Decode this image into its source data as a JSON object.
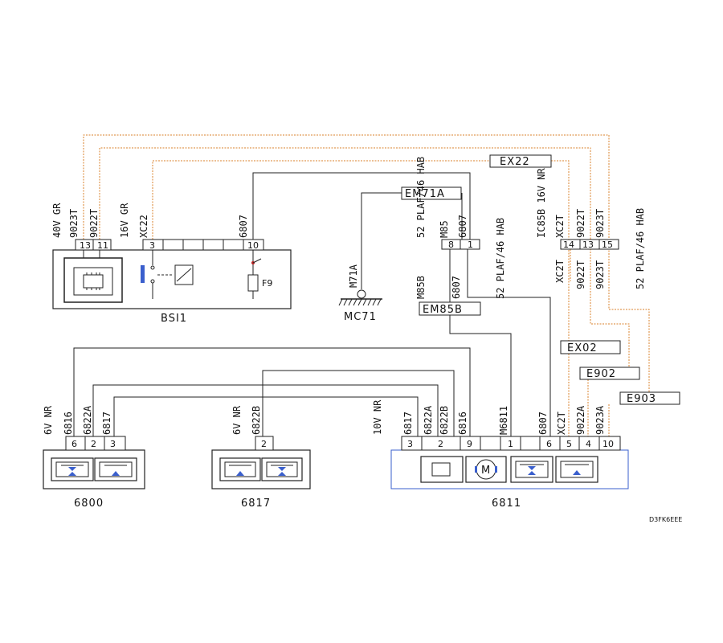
{
  "components": {
    "bsi1": "BSI1",
    "mc71": "MC71",
    "c6800": "6800",
    "c6817": "6817",
    "c6811": "6811",
    "fuse": "F9"
  },
  "tags": {
    "ex22": "EX22",
    "em71a": "EM71A",
    "em85b": "EM85B",
    "ex02": "EX02",
    "e902": "E902",
    "e903": "E903"
  },
  "bsi_connectors": {
    "c1_label": "40V GR",
    "c2_label": "16V GR",
    "pins": [
      "13",
      "11",
      "3",
      "10"
    ],
    "wires": [
      "9023T",
      "9022T",
      "XC22",
      "6807"
    ]
  },
  "ground": {
    "wire": "M71A"
  },
  "mid_connector": {
    "top_label": "52 PLAF/46 HAB",
    "top_wires": [
      "M85",
      "6807"
    ],
    "pins": [
      "8",
      "1"
    ],
    "bottom_wires": [
      "M85B",
      "6807"
    ],
    "bottom_label": "52 PLAF/46 HAB"
  },
  "right_connector": {
    "top_label1": "IC85B 16V NR",
    "top_label2": "52 PLAF/46 HAB",
    "top_wires": [
      "XC2T",
      "9022T",
      "9023T"
    ],
    "pins": [
      "14",
      "13",
      "15"
    ],
    "bottom_wires": [
      "XC2T",
      "9022T",
      "9023T"
    ],
    "bottom_label": "52 PLAF/46 HAB"
  },
  "c6800": {
    "label": "6V NR",
    "wires": [
      "6816",
      "6822A",
      "6817"
    ],
    "pins": [
      "6",
      "2",
      "3"
    ]
  },
  "c6817": {
    "label": "6V NR",
    "wires": [
      "6822B"
    ],
    "pins": [
      "2"
    ]
  },
  "c6811": {
    "label": "10V NR",
    "wires": [
      "6817",
      "6822A",
      "6822B",
      "6816",
      "M6811",
      "6807",
      "XC2T",
      "9022A",
      "9023A"
    ],
    "pins": [
      "3",
      "2",
      "9",
      "1",
      "6",
      "5",
      "4",
      "10"
    ]
  },
  "ref": "D3FK6EEE"
}
